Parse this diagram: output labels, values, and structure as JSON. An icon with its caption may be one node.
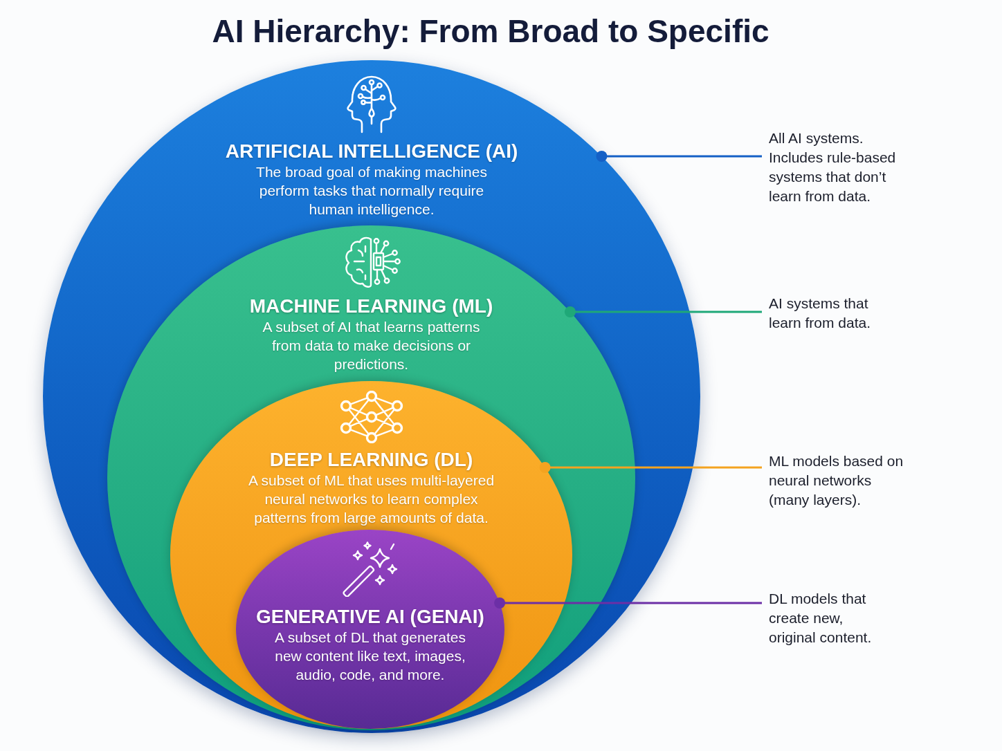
{
  "diagram": {
    "title": "AI Hierarchy: From Broad to Specific",
    "nodes": [
      {
        "text": [
          "ARTIFICIAL INTELLIGENCE (AI)",
          "The broad goal of making machines perform tasks that normally require human intelligence."
        ]
      },
      {
        "text": [
          "MACHINE LEARNING (ML)",
          "A subset of AI that learns patterns from data to make decisions or predictions."
        ],
        "in": 0
      },
      {
        "text": [
          "DEEP LEARNING (DL)",
          "A subset of ML that uses multi-layered neural networks to learn complex patterns from large amounts of data."
        ],
        "in": 1
      },
      {
        "text": [
          "GENERATIVE AI (GENAI)",
          "A subset of DL that generates new content like text, images, audio, code, and more."
        ],
        "in": 2
      },
      {
        "text": [
          "All AI systems. Includes rule-based systems that don’t learn from data."
        ]
      },
      {
        "text": [
          "AI systems that learn from data."
        ]
      },
      {
        "text": [
          "ML models based on neural networks (many layers)."
        ]
      },
      {
        "text": [
          "DL models that create new, original content."
        ]
      }
    ],
    "edges": [
      {
        "from": 4,
        "to": 0,
        "arrow": "other",
        "color": "#1460c6"
      },
      {
        "from": 5,
        "to": 1,
        "arrow": "other",
        "color": "#1fa878"
      },
      {
        "from": 6,
        "to": 2,
        "arrow": "other",
        "color": "#f4a320"
      },
      {
        "from": 7,
        "to": 3,
        "arrow": "other",
        "color": "#6c2fa6"
      }
    ]
  }
}
